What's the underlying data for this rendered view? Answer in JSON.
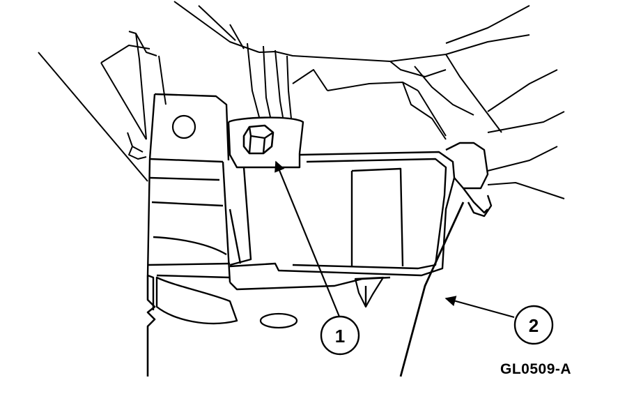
{
  "diagram": {
    "figure_code": "GL0509-A",
    "callouts": [
      {
        "label": "1"
      },
      {
        "label": "2"
      }
    ],
    "colors": {
      "line": "#000000",
      "background": "#ffffff"
    }
  }
}
